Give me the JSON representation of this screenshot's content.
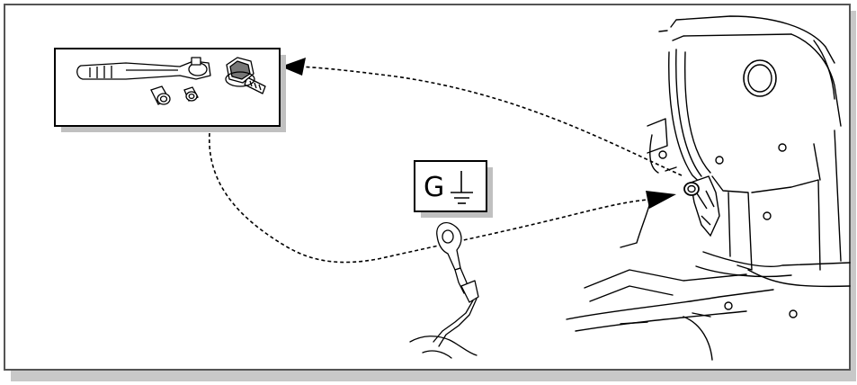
{
  "ground_badge": {
    "letter": "G",
    "icon": "ground-symbol-icon"
  },
  "colors": {
    "line": "#000000",
    "shadow": "#b8b8b8",
    "frame": "#555555"
  },
  "callout": {
    "tools": [
      "ratchet-wrench-icon",
      "socket-icon",
      "socket-small-icon",
      "flange-bolt-icon"
    ]
  },
  "parts": [
    "ground-terminal-icon",
    "engine-block-outline",
    "mounting-stud"
  ]
}
